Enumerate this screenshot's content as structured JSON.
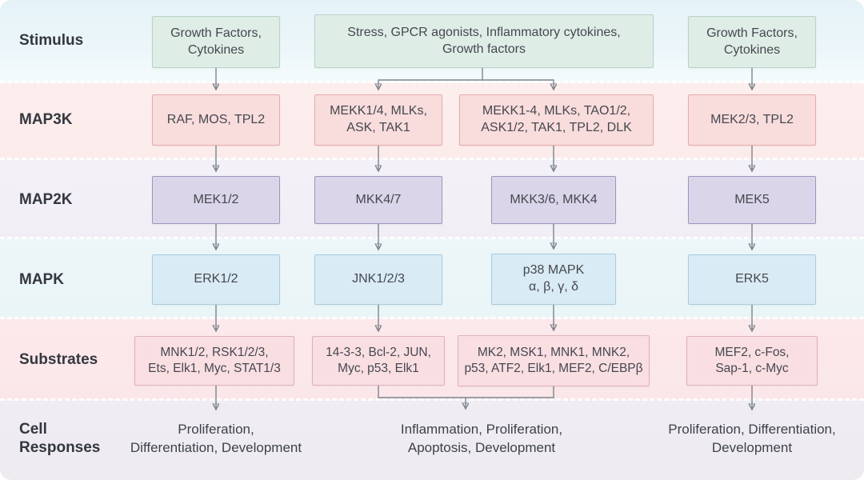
{
  "row_labels": {
    "stimulus": "Stimulus",
    "map3k": "MAP3K",
    "map2k": "MAP2K",
    "mapk": "MAPK",
    "substrates": "Substrates",
    "cell_responses": "Cell\nResponses"
  },
  "pathways": {
    "erk": {
      "stimulus": "Growth Factors,\nCytokines",
      "map3k": "RAF, MOS, TPL2",
      "map2k": "MEK1/2",
      "mapk": "ERK1/2",
      "substrates": "MNK1/2, RSK1/2/3,\nEts, Elk1, Myc, STAT1/3",
      "response": "Proliferation,\nDifferentiation, Development"
    },
    "stress_shared": {
      "stimulus": "Stress, GPCR agonists, Inflammatory cytokines,\nGrowth factors",
      "response": "Inflammation, Proliferation,\nApoptosis, Development"
    },
    "jnk": {
      "map3k": "MEKK1/4, MLKs,\nASK, TAK1",
      "map2k": "MKK4/7",
      "mapk": "JNK1/2/3",
      "substrates": "14-3-3, Bcl-2, JUN,\nMyc, p53, Elk1"
    },
    "p38": {
      "map3k": "MEKK1-4, MLKs, TAO1/2,\nASK1/2, TAK1, TPL2, DLK",
      "map2k": "MKK3/6, MKK4",
      "mapk": "p38 MAPK\nα, β, γ, δ",
      "substrates": "MK2, MSK1, MNK1, MNK2,\np53, ATF2, Elk1, MEF2, C/EBPβ"
    },
    "erk5": {
      "stimulus": "Growth Factors,\nCytokines",
      "map3k": "MEK2/3, TPL2",
      "map2k": "MEK5",
      "mapk": "ERK5",
      "substrates": "MEF2, c-Fos,\nSap-1, c-Myc",
      "response": "Proliferation, Differentiation,\nDevelopment"
    }
  },
  "palette": {
    "band_stimulus": "#e8f4f8",
    "band_map3k": "#fdecec",
    "band_map2k": "#f1eef5",
    "band_mapk": "#ebf5f7",
    "band_substrates": "#fbe7e9",
    "band_responses": "#efedf2",
    "box_stimulus_fill": "#dfede7",
    "box_stimulus_border": "#b7d2c7",
    "box_map3k_fill": "#f9dcdc",
    "box_map3k_border": "#e3abab",
    "box_map2k_fill": "#dad5e9",
    "box_map2k_border": "#9d96c1",
    "box_mapk_fill": "#d9ebf4",
    "box_mapk_border": "#a8cbde",
    "box_substrates_fill": "#f9dee2",
    "box_substrates_border": "#dfb2ba",
    "arrow": "#7b848d",
    "text": "#45484f",
    "label_text": "#34373f"
  }
}
